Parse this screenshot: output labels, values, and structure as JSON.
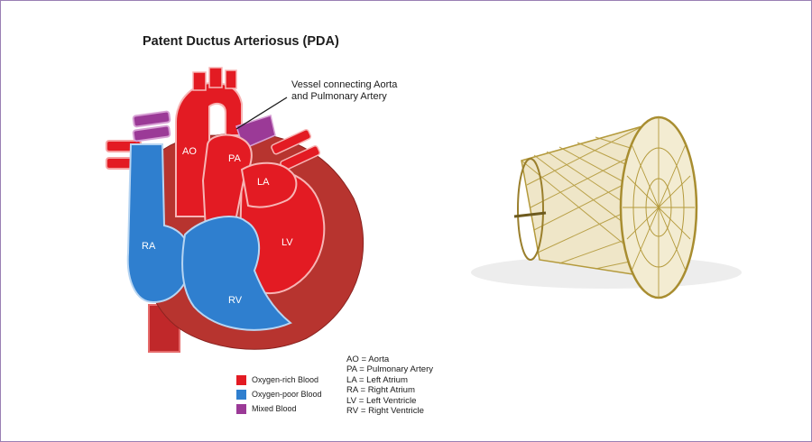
{
  "diagram": {
    "title": "Patent Ductus Arteriosus (PDA)",
    "callout": [
      "Vessel connecting Aorta",
      "and Pulmonary Artery"
    ],
    "labels": {
      "ao": "AO",
      "pa": "PA",
      "la": "LA",
      "lv": "LV",
      "ra": "RA",
      "rv": "RV"
    },
    "legend": [
      {
        "label": "Oxygen-rich Blood",
        "color": "#e31b23"
      },
      {
        "label": "Oxygen-poor Blood",
        "color": "#2f7fcf"
      },
      {
        "label": "Mixed Blood",
        "color": "#9b3a97"
      }
    ],
    "abbreviations": [
      {
        "abbr": "AO",
        "name": "Aorta"
      },
      {
        "abbr": "PA",
        "name": "Pulmonary Artery"
      },
      {
        "abbr": "LA",
        "name": "Left Atrium"
      },
      {
        "abbr": "RA",
        "name": "Right Atrium"
      },
      {
        "abbr": "LV",
        "name": "Left Ventricle"
      },
      {
        "abbr": "RV",
        "name": "Right Ventricle"
      }
    ]
  },
  "colors": {
    "oxygen_rich": "#e31b23",
    "oxygen_poor": "#2f7fcf",
    "mixed": "#9b3a97",
    "muscle": "#b7342f",
    "device": "#b49a3c",
    "frame_border": "#9a7fb4"
  }
}
